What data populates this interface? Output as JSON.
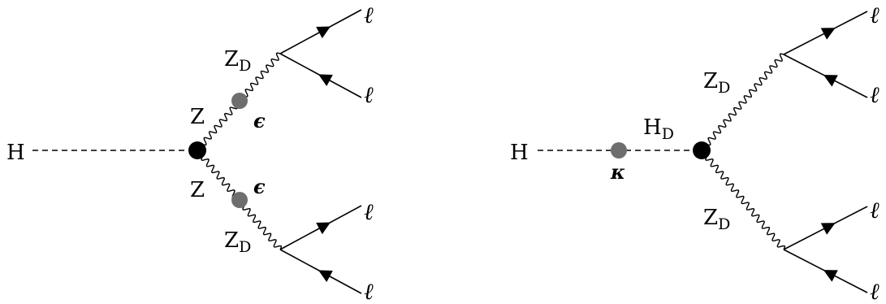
{
  "diagrams": [
    {
      "id": "left",
      "labels": {
        "higgs": "H",
        "z_upper": "Z",
        "z_lower": "Z",
        "zd_upper": "Z",
        "zd_upper_sub": "D",
        "zd_lower": "Z",
        "zd_lower_sub": "D",
        "mixing_upper": "ϵ",
        "mixing_lower": "ϵ",
        "lepton_1": "ℓ",
        "lepton_2": "ℓ",
        "lepton_3": "ℓ",
        "lepton_4": "ℓ"
      }
    },
    {
      "id": "right",
      "labels": {
        "higgs": "H",
        "hd": "H",
        "hd_sub": "D",
        "mixing": "κ",
        "zd_upper": "Z",
        "zd_upper_sub": "D",
        "zd_lower": "Z",
        "zd_lower_sub": "D",
        "lepton_1": "ℓ",
        "lepton_2": "ℓ",
        "lepton_3": "ℓ",
        "lepton_4": "ℓ"
      }
    }
  ],
  "colors": {
    "vertex": "#000000",
    "mixing_blob": "#6e6e6e",
    "line": "#000000"
  }
}
